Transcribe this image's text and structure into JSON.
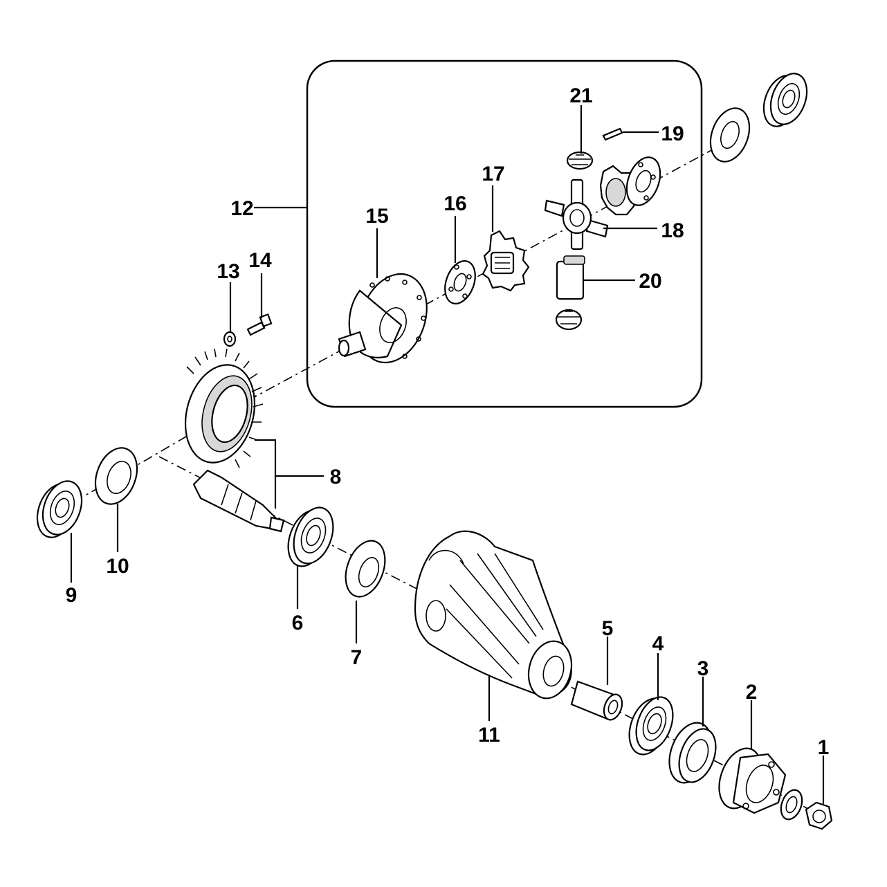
{
  "diagram": {
    "callouts": [
      {
        "id": "1",
        "text": "1"
      },
      {
        "id": "2",
        "text": "2"
      },
      {
        "id": "3",
        "text": "3"
      },
      {
        "id": "4",
        "text": "4"
      },
      {
        "id": "5",
        "text": "5"
      },
      {
        "id": "6",
        "text": "6"
      },
      {
        "id": "7",
        "text": "7"
      },
      {
        "id": "8",
        "text": "8"
      },
      {
        "id": "9",
        "text": "9"
      },
      {
        "id": "10",
        "text": "10"
      },
      {
        "id": "11",
        "text": "11"
      },
      {
        "id": "12",
        "text": "12"
      },
      {
        "id": "13",
        "text": "13"
      },
      {
        "id": "14",
        "text": "14"
      },
      {
        "id": "15",
        "text": "15"
      },
      {
        "id": "16",
        "text": "16"
      },
      {
        "id": "17",
        "text": "17"
      },
      {
        "id": "18",
        "text": "18"
      },
      {
        "id": "19",
        "text": "19"
      },
      {
        "id": "20",
        "text": "20"
      },
      {
        "id": "21",
        "text": "21"
      }
    ],
    "line_color": "#000000",
    "background": "#ffffff"
  }
}
